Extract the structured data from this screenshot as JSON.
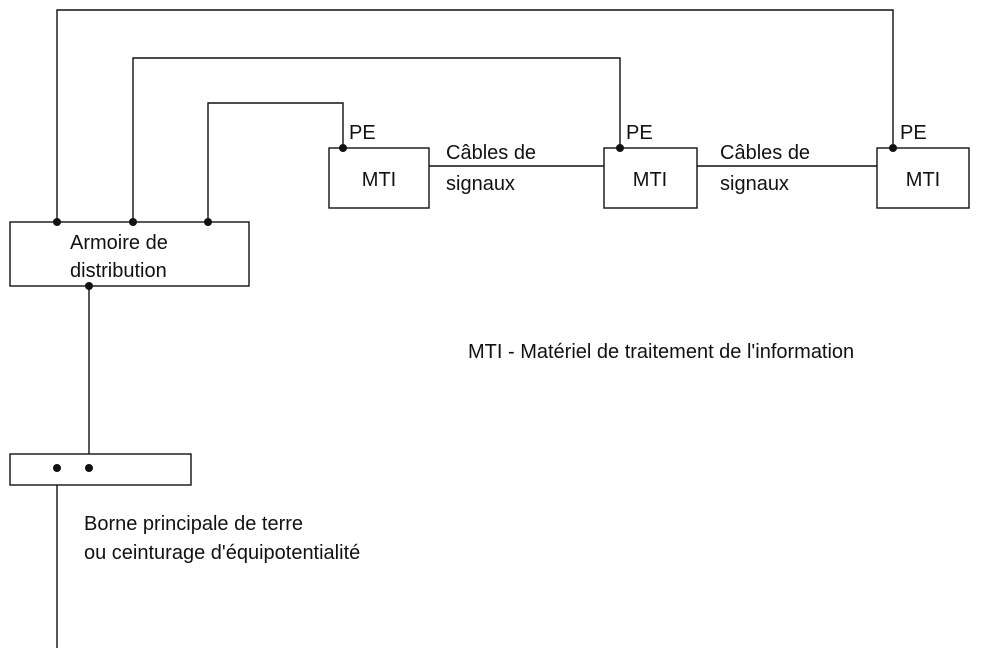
{
  "labels": {
    "pe": "PE",
    "mti": "MTI",
    "cables_line1": "Câbles de",
    "cables_line2": "signaux",
    "cabinet_line1": "Armoire de",
    "cabinet_line2": "distribution",
    "legend": "MTI - Matériel de traitement de l'information",
    "terminal_line1": "Borne principale de terre",
    "terminal_line2": "ou ceinturage d'équipotentialité"
  }
}
